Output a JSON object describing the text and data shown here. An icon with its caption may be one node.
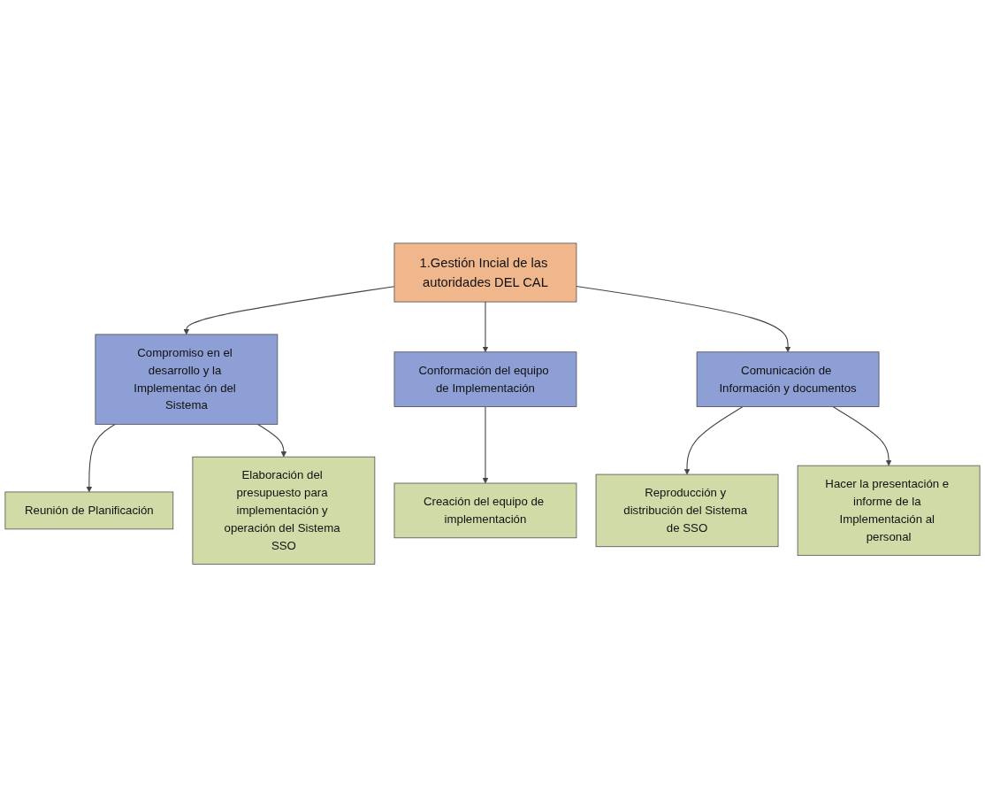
{
  "diagram": {
    "nodes": [
      {
        "text": [
          "1.Gestión Incial de las autoridades DEL CAL"
        ]
      },
      {
        "text": [
          "Compromiso en el desarrollo y la Implementac ón del Sistema"
        ]
      },
      {
        "text": [
          "Conformación del equipo de Implementación"
        ]
      },
      {
        "text": [
          "Comunicación de Información y documentos"
        ]
      },
      {
        "text": [
          "Reunión de Planificación"
        ]
      },
      {
        "text": [
          "Elaboración del presupuesto para implementación y operación del Sistema SSO"
        ]
      },
      {
        "text": [
          "Creación del equipo de implementación"
        ]
      },
      {
        "text": [
          "Reproducción y distribución del Sistema de SSO"
        ]
      },
      {
        "text": [
          "Hacer la presentación e informe de la Implementación al personal"
        ]
      }
    ],
    "edges": [
      {
        "from": 0,
        "to": 1,
        "arrow": "to"
      },
      {
        "from": 0,
        "to": 2,
        "arrow": "to"
      },
      {
        "from": 0,
        "to": 3,
        "arrow": "to"
      },
      {
        "from": 1,
        "to": 4,
        "arrow": "to"
      },
      {
        "from": 1,
        "to": 5,
        "arrow": "to"
      },
      {
        "from": 2,
        "to": 6,
        "arrow": "to"
      },
      {
        "from": 3,
        "to": 7,
        "arrow": "to"
      },
      {
        "from": 3,
        "to": 8,
        "arrow": "to"
      }
    ]
  }
}
